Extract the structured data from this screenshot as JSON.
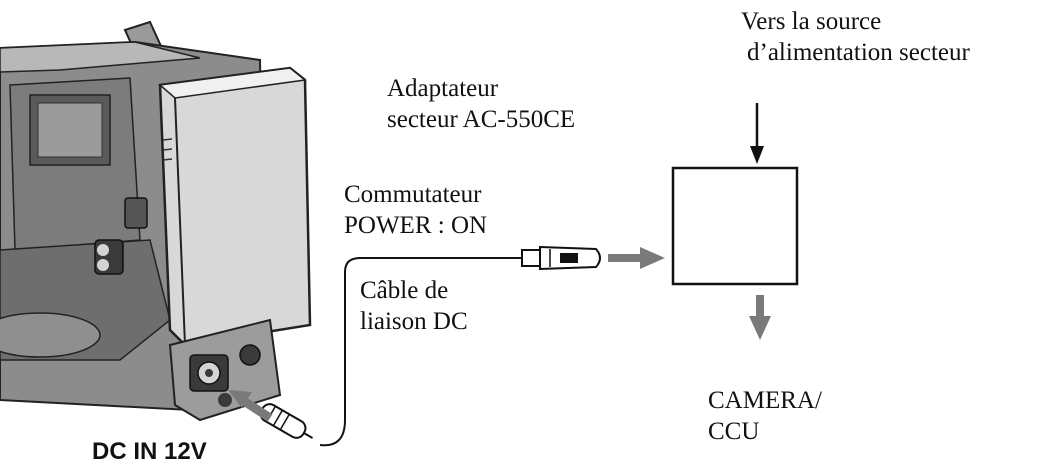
{
  "labels": {
    "source_line1": "Vers la source",
    "source_line2": "d’alimentation secteur",
    "adapter_line1": "Adaptateur",
    "adapter_line2": "secteur AC-550CE",
    "switch_line1": "Commutateur",
    "switch_line2": "POWER : ON",
    "cable_line1": "Câble de",
    "cable_line2": "liaison DC",
    "output_line1": "CAMERA/",
    "output_line2": "CCU",
    "dc_in": "DC IN 12V"
  },
  "colors": {
    "line": "#111111",
    "arrow_gray": "#7a7a7a",
    "camera_body": "#8c8c8c",
    "camera_dark": "#3a3a3a",
    "camera_light": "#d4d4d4"
  },
  "icons": {
    "camera": "camcorder-illustration",
    "adapter": "ac-adapter-box",
    "plug": "dc-plug-connector"
  }
}
